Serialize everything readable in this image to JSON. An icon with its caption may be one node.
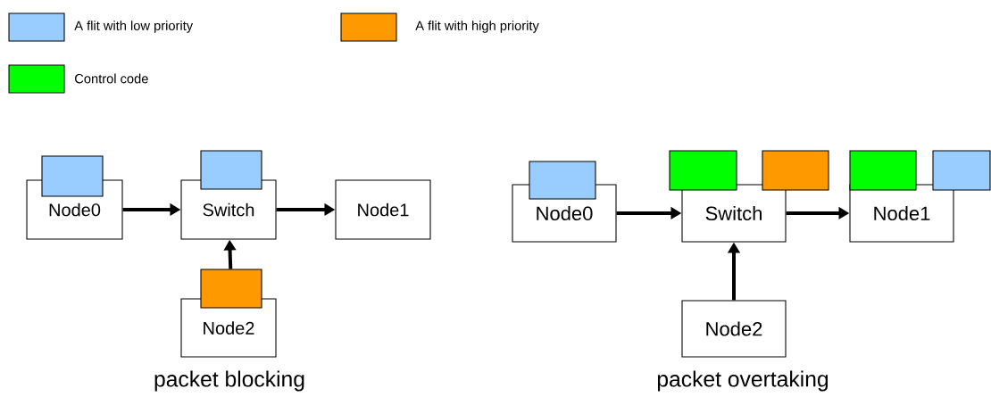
{
  "diagram": {
    "nodes": [
      {
        "text": [
          "Node0"
        ]
      },
      {
        "text": [
          "Switch"
        ]
      },
      {
        "text": [
          "Node1"
        ]
      },
      {
        "text": [
          "Node2"
        ]
      },
      {
        "text": [
          "Node0"
        ]
      },
      {
        "text": [
          "Switch"
        ]
      },
      {
        "text": [
          "Node1"
        ]
      },
      {
        "text": [
          "Node2"
        ]
      },
      {
        "text": [],
        "shape": "box"
      },
      {
        "text": [],
        "shape": "box"
      },
      {
        "text": [],
        "shape": "box"
      },
      {
        "text": [],
        "shape": "box"
      },
      {
        "text": [],
        "shape": "box"
      },
      {
        "text": [],
        "shape": "box"
      },
      {
        "text": [],
        "shape": "box"
      },
      {
        "text": [],
        "shape": "box"
      }
    ],
    "edges": [
      {
        "from": 0,
        "to": 1,
        "arrow": "to"
      },
      {
        "from": 1,
        "to": 2,
        "arrow": "to"
      },
      {
        "from": 10,
        "to": 1,
        "arrow": "to"
      },
      {
        "from": 4,
        "to": 5,
        "arrow": "to"
      },
      {
        "from": 5,
        "to": 6,
        "arrow": "to"
      },
      {
        "from": 7,
        "to": 5,
        "arrow": "to"
      }
    ],
    "labels": [
      "packet blocking",
      "packet overtaking"
    ],
    "legend": [
      {
        "text": "A flit with low priority",
        "color": "#99ccff"
      },
      {
        "text": "A flit with high priority",
        "color": "#ff9900"
      },
      {
        "text": "Control code",
        "color": "#00ff00"
      }
    ]
  }
}
